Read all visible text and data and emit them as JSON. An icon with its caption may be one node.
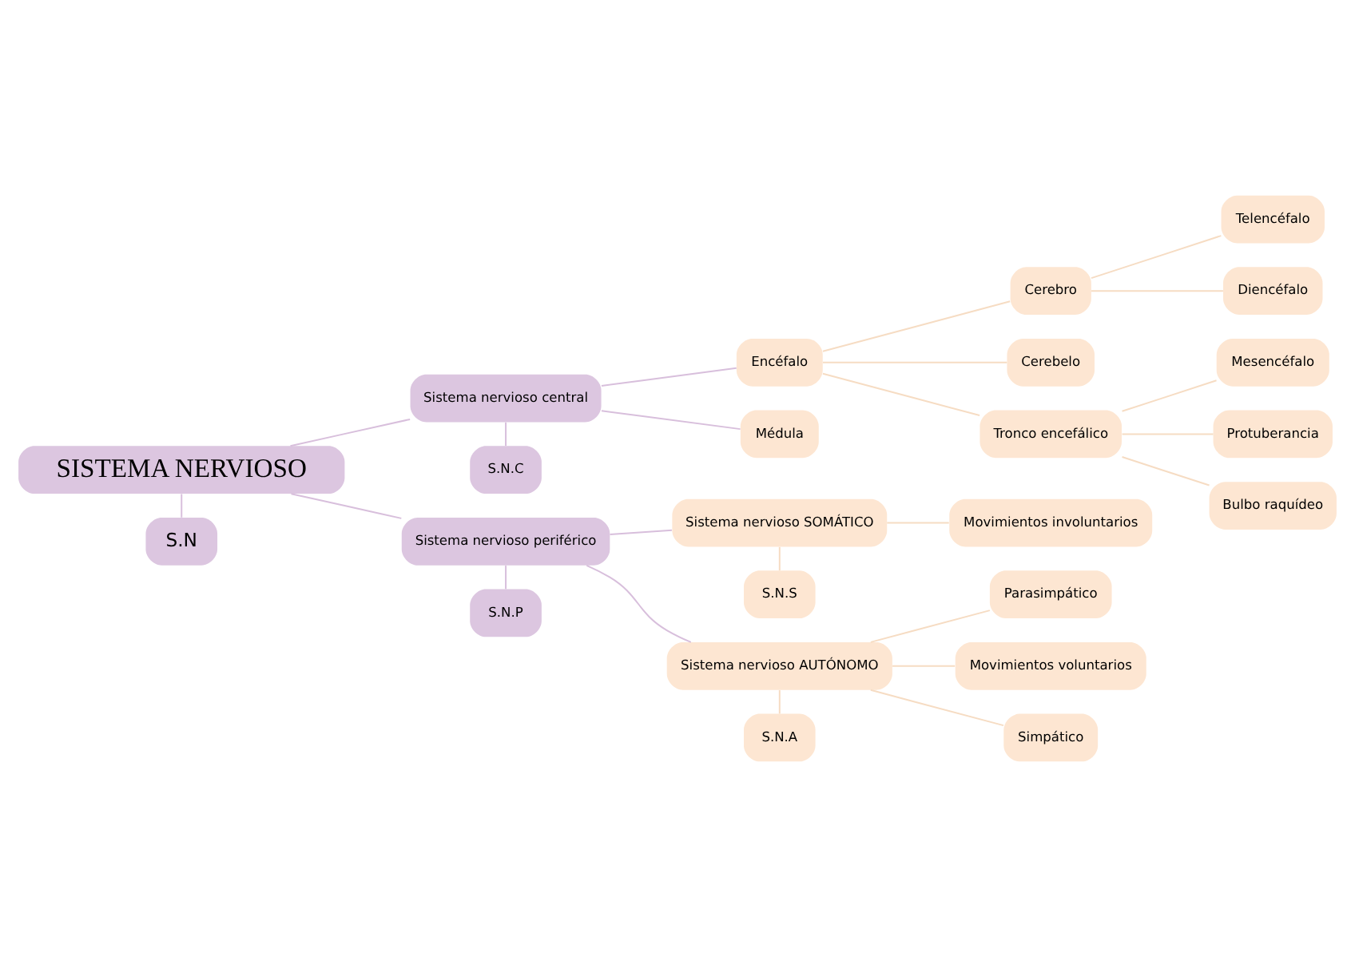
{
  "diagram": {
    "nodes": [
      {
        "text": [
          "SISTEMA NERVIOSO"
        ]
      },
      {
        "text": [
          "S.N"
        ]
      },
      {
        "text": [
          "Sistema nervioso central"
        ]
      },
      {
        "text": [
          "S.N.C"
        ]
      },
      {
        "text": [
          "Encéfalo"
        ]
      },
      {
        "text": [
          "Cerebro"
        ]
      },
      {
        "text": [
          "Telencéfalo"
        ]
      },
      {
        "text": [
          "Diencéfalo"
        ]
      },
      {
        "text": [
          "Cerebelo"
        ]
      },
      {
        "text": [
          "Tronco encefálico"
        ]
      },
      {
        "text": [
          "Mesencéfalo"
        ]
      },
      {
        "text": [
          "Protuberancia"
        ]
      },
      {
        "text": [
          "Bulbo raquídeo"
        ]
      },
      {
        "text": [
          "Médula"
        ]
      },
      {
        "text": [
          "Sistema nervioso periférico"
        ]
      },
      {
        "text": [
          "S.N.P"
        ]
      },
      {
        "text": [
          "Sistema nervioso SOMÁTICO"
        ]
      },
      {
        "text": [
          "S.N.S"
        ]
      },
      {
        "text": [
          "Movimientos involuntarios"
        ]
      },
      {
        "text": [
          "Sistema nervioso AUTÓNOMO"
        ]
      },
      {
        "text": [
          "S.N.A"
        ]
      },
      {
        "text": [
          "Parasimpático"
        ]
      },
      {
        "text": [
          "Movimientos voluntarios"
        ]
      },
      {
        "text": [
          "Simpático"
        ]
      }
    ],
    "edges": [
      {
        "from": 0,
        "to": 1,
        "arrow": "none",
        "color": "#d8bfdc"
      },
      {
        "from": 0,
        "to": 2,
        "arrow": "none",
        "color": "#d8bfdc"
      },
      {
        "from": 2,
        "to": 3,
        "arrow": "none",
        "color": "#d8bfdc"
      },
      {
        "from": 2,
        "to": 4,
        "arrow": "none",
        "color": "#d8bfdc"
      },
      {
        "from": 4,
        "to": 5,
        "arrow": "none"
      },
      {
        "from": 5,
        "to": 6,
        "arrow": "none"
      },
      {
        "from": 5,
        "to": 7,
        "arrow": "none"
      },
      {
        "from": 4,
        "to": 8,
        "arrow": "none"
      },
      {
        "from": 4,
        "to": 9,
        "arrow": "none"
      },
      {
        "from": 9,
        "to": 10,
        "arrow": "none"
      },
      {
        "from": 9,
        "to": 11,
        "arrow": "none"
      },
      {
        "from": 9,
        "to": 12,
        "arrow": "none"
      },
      {
        "from": 2,
        "to": 13,
        "arrow": "none",
        "color": "#d8bfdc"
      },
      {
        "from": 0,
        "to": 14,
        "arrow": "none",
        "color": "#d8bfdc"
      },
      {
        "from": 14,
        "to": 15,
        "arrow": "none",
        "color": "#d8bfdc"
      },
      {
        "from": 14,
        "to": 16,
        "arrow": "none",
        "color": "#d8bfdc"
      },
      {
        "from": 16,
        "to": 17,
        "arrow": "none"
      },
      {
        "from": 16,
        "to": 18,
        "arrow": "none"
      },
      {
        "from": 14,
        "to": 19,
        "arrow": "none",
        "color": "#d8bfdc"
      },
      {
        "from": 19,
        "to": 20,
        "arrow": "none"
      },
      {
        "from": 19,
        "to": 21,
        "arrow": "none"
      },
      {
        "from": 19,
        "to": 22,
        "arrow": "none"
      },
      {
        "from": 19,
        "to": 23,
        "arrow": "none"
      }
    ]
  }
}
